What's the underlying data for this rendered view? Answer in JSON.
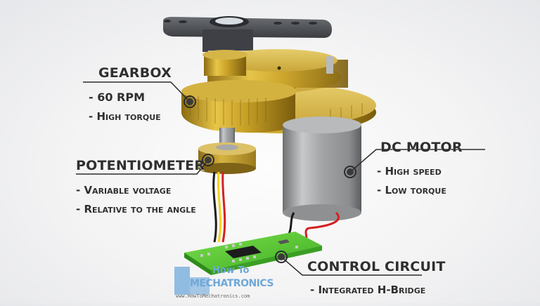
{
  "diagram": {
    "subject": "Servo motor internal components",
    "callouts": [
      {
        "title": "GEARBOX",
        "items": [
          "- 60 RPM",
          "- High torque"
        ]
      },
      {
        "title": "POTENTIOMETER",
        "items": [
          "- Variable voltage",
          "- Relative to the angle"
        ]
      },
      {
        "title": "DC MOTOR",
        "items": [
          "- High speed",
          "- Low torque"
        ]
      },
      {
        "title": "CONTROL CIRCUIT",
        "items": [
          "- Integrated H-Bridge"
        ]
      }
    ],
    "watermark": {
      "line1": "How To",
      "line2": "MECHATRONICS",
      "url": "www.HowToMechatronics.com"
    },
    "colors": {
      "gear_gold": "#c9a227",
      "horn_gray": "#4a4d52",
      "motor_silver": "#a9aaac",
      "pcb_green": "#5fd23a",
      "wire_red": "#d42020",
      "wire_yellow": "#f2d21e",
      "wire_black": "#1a1a1a",
      "text": "#2f2f2f",
      "watermark_blue": "#6fa8d8"
    }
  }
}
